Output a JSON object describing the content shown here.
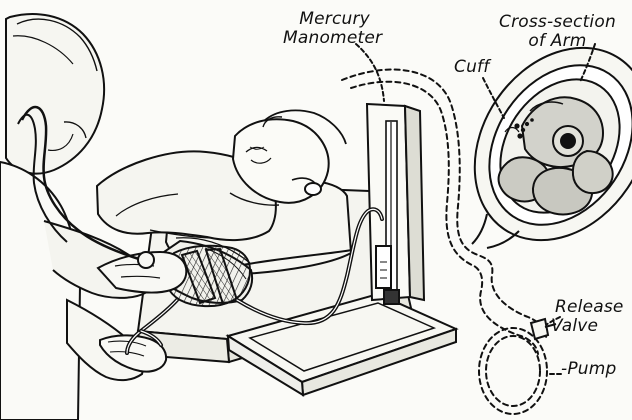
{
  "labels": {
    "mercury_manometer": {
      "line1": "Mercury",
      "line2": "Manometer"
    },
    "cross_section_of_arm": {
      "line1": "Cross-section",
      "line2": "of Arm"
    },
    "cuff": "Cuff",
    "release_valve": {
      "line1": "Release",
      "line2": "Valve"
    },
    "pump": "-Pump"
  }
}
